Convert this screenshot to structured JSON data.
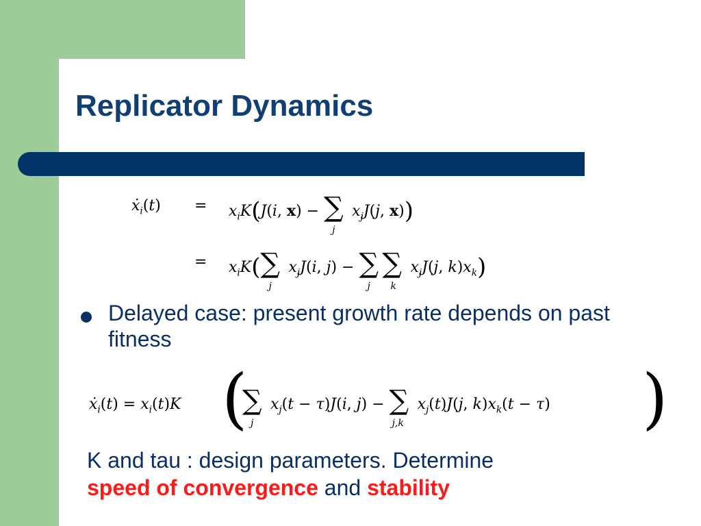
{
  "slide": {
    "title": "Replicator Dynamics",
    "bullet": "Delayed case: present growth rate depends on past fitness",
    "closing": {
      "line1": "K and tau : design parameters. Determine",
      "emph1": "speed of convergence",
      "joiner": "and",
      "emph2": "stability"
    }
  },
  "equations": {
    "eq1_lhs": "ẋi(t)",
    "eq1_rhs": "= xiK(J(i,x) − Σj xjJ(j,x))",
    "eq2_rhs": "= xiK(Σj xjJ(i,j) − Σj Σk xjJ(j,k)xk)",
    "eq3": "ẋi(t) = xi(t)K(Σj xj(t−τ)J(i,j) − Σj,k xj(t)J(j,k)xk(t−τ))"
  },
  "colors": {
    "green_accent": "#9ccc98",
    "title": "#0f3f73",
    "divider": "#003466",
    "body_text": "#0a2f66",
    "emphasis": "#ff1a1a"
  }
}
